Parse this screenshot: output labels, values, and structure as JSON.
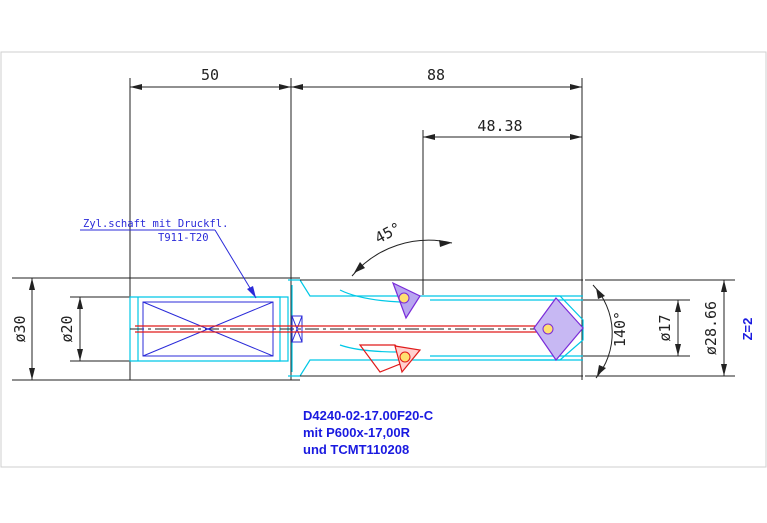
{
  "dimensions": {
    "shank_length": "50",
    "body_length": "88",
    "insert_offset": "48.38",
    "chamfer_angle": "45°",
    "point_angle": "140°",
    "dia_30": "ø30",
    "dia_20": "ø20",
    "dia_17": "ø17",
    "dia_28_66": "ø28.66"
  },
  "annotation": {
    "line1": "Zyl.schaft mit Druckfl.",
    "line2": "T911-T20"
  },
  "tool_id": {
    "line1": "D4240-02-17.00F20-C",
    "line2": "mit P600x-17,00R",
    "line3": "und TCMT110208"
  },
  "flutes": "Z=2",
  "colors": {
    "dimension": "#222222",
    "geometry": "#00c8e6",
    "annotation": "#2b2bd9",
    "coolant": "#e01a1a",
    "insert": "#7a2bd9",
    "title": "#1a1ae0"
  }
}
